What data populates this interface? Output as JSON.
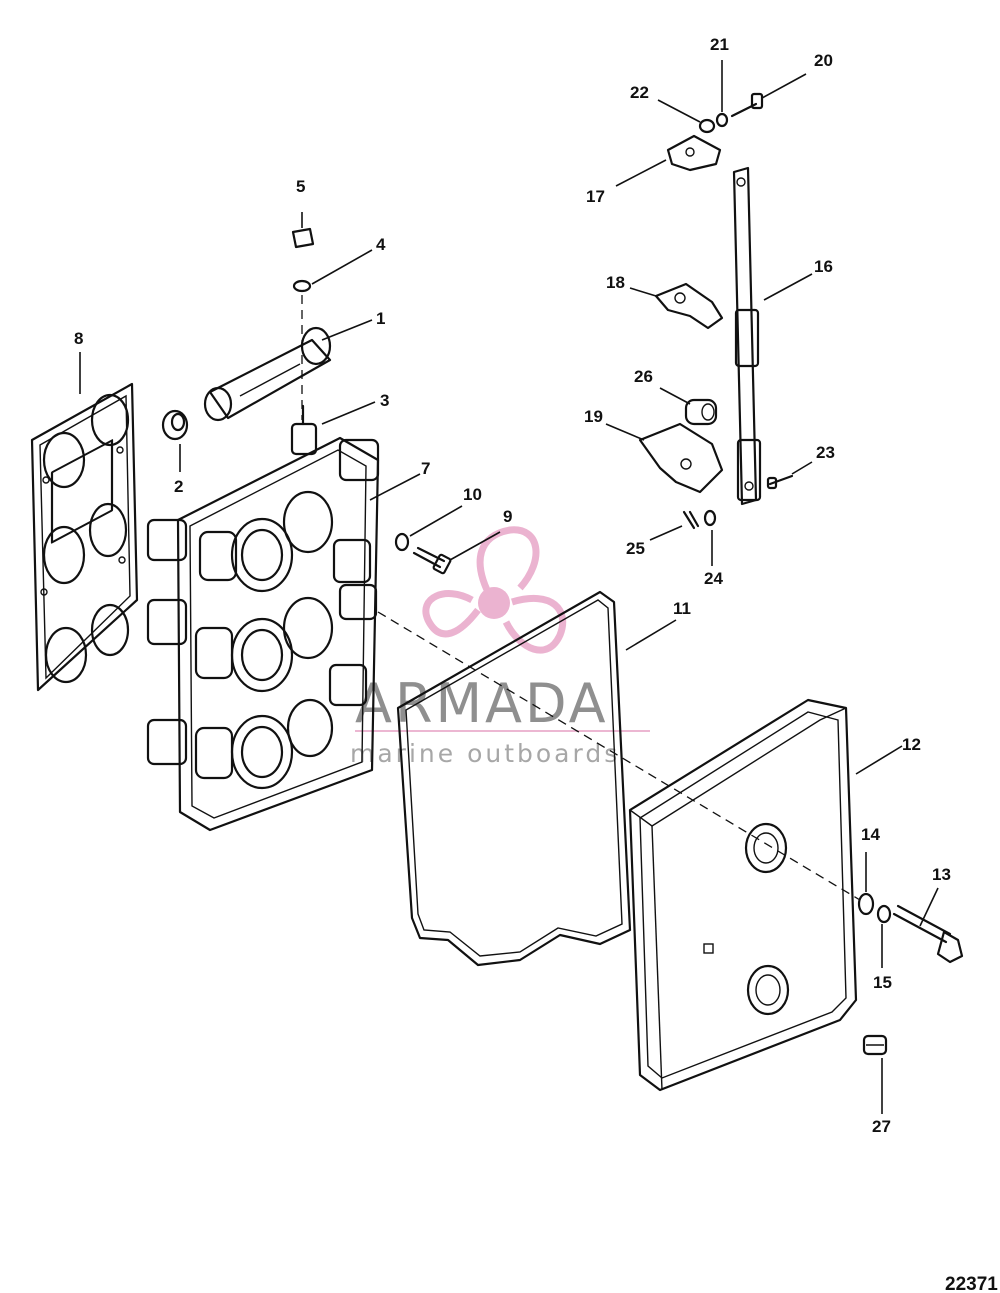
{
  "watermark": {
    "brand": "ARMADA",
    "tagline": "marine outboards",
    "logo_color": "#e8a6c8"
  },
  "drawing_number": "22371",
  "callouts": {
    "c1": "1",
    "c2": "2",
    "c3": "3",
    "c4": "4",
    "c5": "5",
    "c7": "7",
    "c8": "8",
    "c9": "9",
    "c10": "10",
    "c11": "11",
    "c12": "12",
    "c13": "13",
    "c14": "14",
    "c15": "15",
    "c16": "16",
    "c17": "17",
    "c18": "18",
    "c19": "19",
    "c20": "20",
    "c21": "21",
    "c22": "22",
    "c23": "23",
    "c24": "24",
    "c25": "25",
    "c26": "26",
    "c27": "27"
  }
}
